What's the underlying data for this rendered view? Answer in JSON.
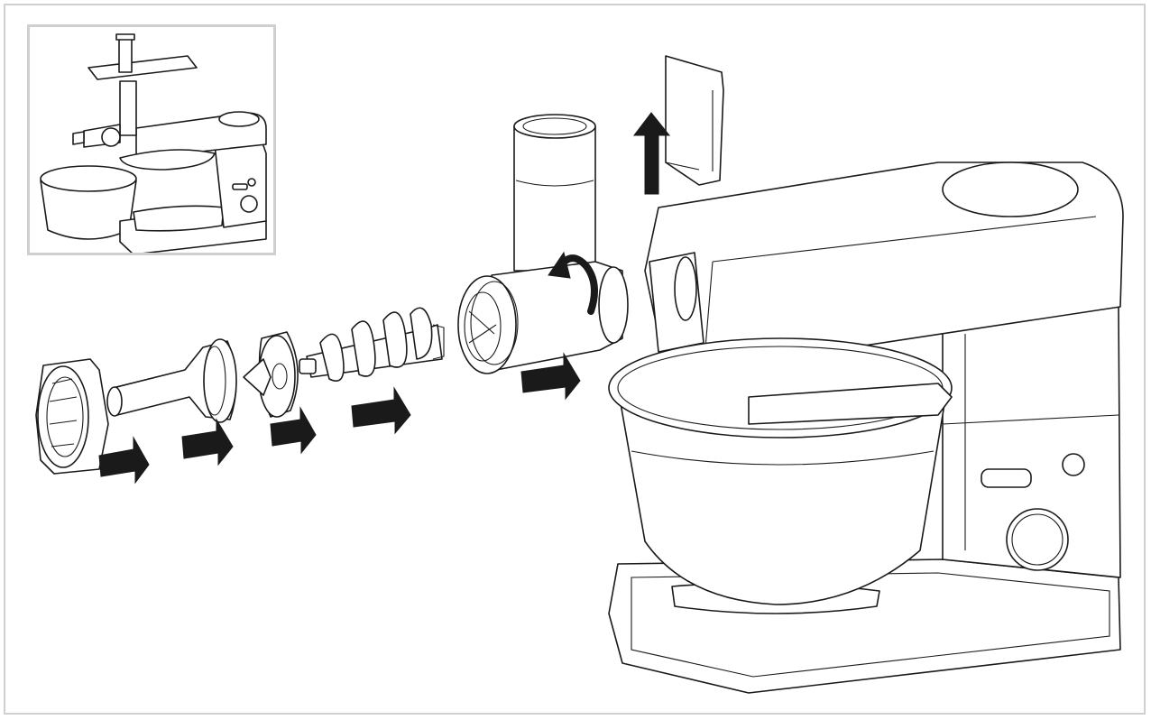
{
  "figure": {
    "inset_description_name": "assembled-meat-grinder-on-mixer",
    "arrow_color": "#1a1a1a",
    "line_color": "#1a1a1a",
    "frame_color": "#d0d0d0",
    "inset_border_color": "#cfcfcf"
  },
  "parts": [
    "ring-nut",
    "sausage-funnel",
    "spacer-plate",
    "feed-screw",
    "grinder-body",
    "outlet-cover",
    "stand-mixer",
    "mixing-bowl"
  ]
}
